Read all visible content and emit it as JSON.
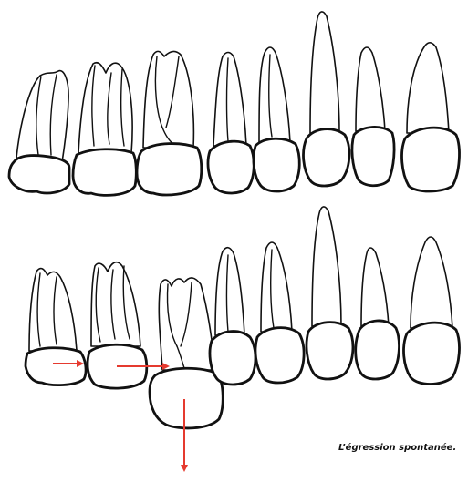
{
  "figure": {
    "caption": "L’égression spontanée.",
    "arrow_color": "#e53a2f",
    "rows": [
      {
        "name": "upper-row",
        "teeth": [
          "molar",
          "molar",
          "molar",
          "premolar",
          "premolar",
          "canine",
          "incisor",
          "incisor"
        ]
      },
      {
        "name": "lower-row",
        "teeth": [
          "molar",
          "molar",
          "molar-extruded",
          "premolar",
          "premolar",
          "canine",
          "incisor",
          "incisor"
        ]
      }
    ],
    "arrows": [
      "mesial-drift-arrow-1",
      "mesial-drift-arrow-2",
      "extrusion-arrow"
    ]
  }
}
